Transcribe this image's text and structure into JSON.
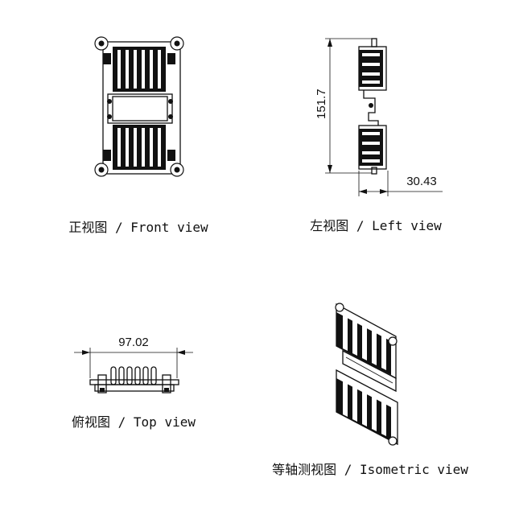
{
  "views": {
    "front": {
      "caption": "正视图 / Front view"
    },
    "left": {
      "caption": "左视图 / Left view",
      "height_dim": "151.7",
      "depth_dim": "30.43"
    },
    "top": {
      "caption": "俯视图 / Top view",
      "width_dim": "97.02"
    },
    "iso": {
      "caption": "等轴测视图 / Isometric view"
    }
  }
}
